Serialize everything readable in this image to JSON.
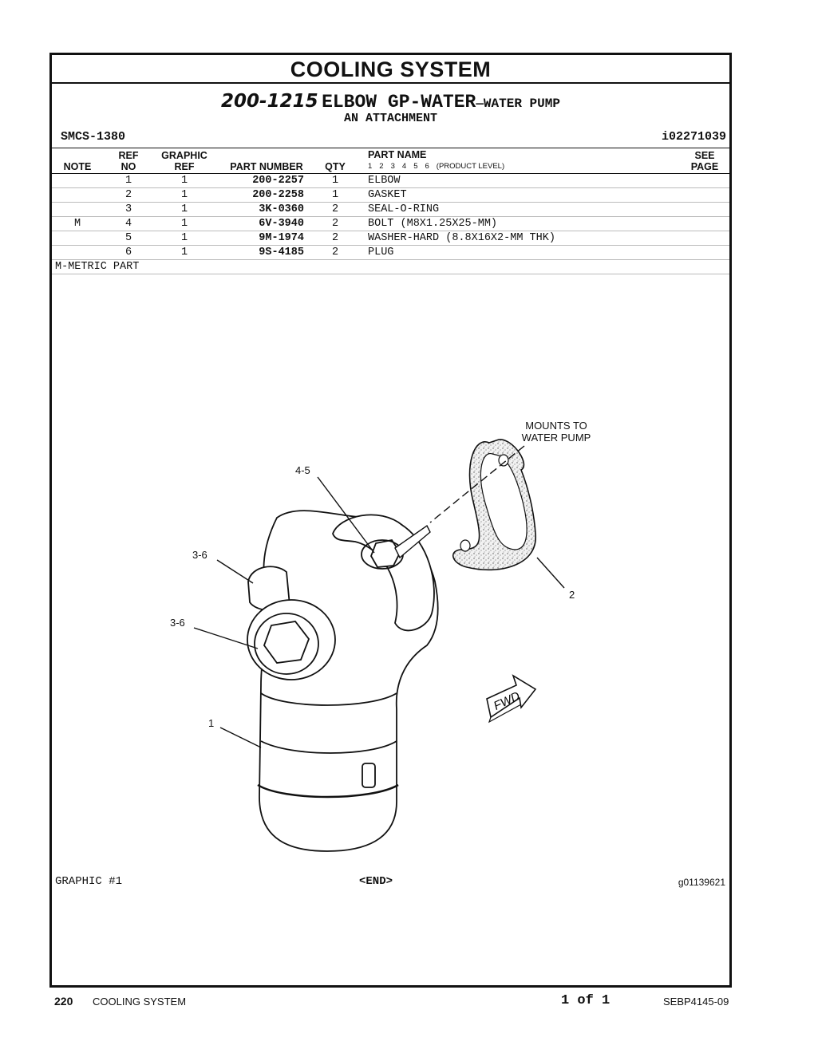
{
  "section_title": "COOLING SYSTEM",
  "group": {
    "number": "200-1215",
    "name": "ELBOW GP-WATER",
    "subtitle": "WATER PUMP",
    "attachment": "AN ATTACHMENT",
    "smcs": "SMCS-1380",
    "doc_id": "i02271039"
  },
  "headers": {
    "note": "NOTE",
    "ref_top": "REF",
    "ref_bottom": "NO",
    "graphic_top": "GRAPHIC",
    "graphic_bottom": "REF",
    "part_number": "PART NUMBER",
    "qty": "QTY",
    "part_name": "PART NAME",
    "product_digits": [
      "1",
      "2",
      "3",
      "4",
      "5",
      "6"
    ],
    "product_level": "(PRODUCT LEVEL)",
    "see_top": "SEE",
    "see_bottom": "PAGE"
  },
  "parts": [
    {
      "note": "",
      "ref": "1",
      "gref": "1",
      "pn": "200-2257",
      "qty": "1",
      "name": "ELBOW"
    },
    {
      "note": "",
      "ref": "2",
      "gref": "1",
      "pn": "200-2258",
      "qty": "1",
      "name": "GASKET"
    },
    {
      "note": "",
      "ref": "3",
      "gref": "1",
      "pn": "3K-0360",
      "qty": "2",
      "name": "SEAL-O-RING"
    },
    {
      "note": "M",
      "ref": "4",
      "gref": "1",
      "pn": "6V-3940",
      "qty": "2",
      "name": "BOLT (M8X1.25X25-MM)"
    },
    {
      "note": "",
      "ref": "5",
      "gref": "1",
      "pn": "9M-1974",
      "qty": "2",
      "name": "WASHER-HARD (8.8X16X2-MM THK)"
    },
    {
      "note": "",
      "ref": "6",
      "gref": "1",
      "pn": "9S-4185",
      "qty": "2",
      "name": "PLUG"
    }
  ],
  "note_legend": "M-METRIC PART",
  "illustration": {
    "callouts": [
      "MOUNTS TO",
      "WATER PUMP",
      "4-5",
      "3-6",
      "3-6",
      "2",
      "1"
    ],
    "fwd": "FWD"
  },
  "graphic_label": "GRAPHIC #1",
  "end_marker": "<END>",
  "graphic_id": "g01139621",
  "footer": {
    "page_number": "220",
    "section": "COOLING SYSTEM",
    "page_of": "1 of 1",
    "publication": "SEBP4145-09"
  }
}
